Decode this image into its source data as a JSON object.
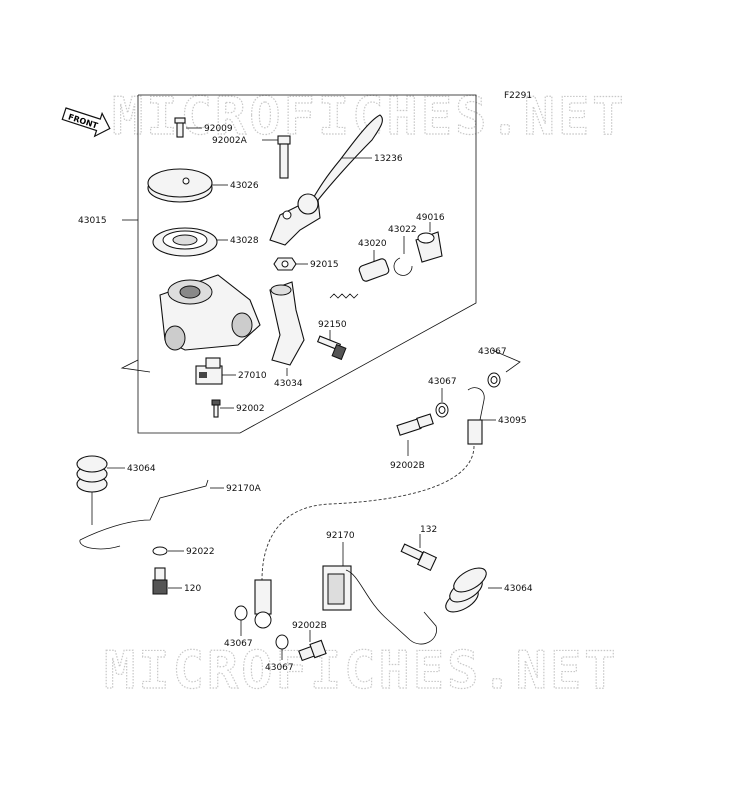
{
  "figure_code": "F2291",
  "front_label": "FRONT",
  "watermark": "MICROFICHES.NET",
  "parts": {
    "p92009": "92009",
    "p92002A": "92002A",
    "p13236": "13236",
    "p43026": "43026",
    "p43015": "43015",
    "p49016": "49016",
    "p43022": "43022",
    "p43020": "43020",
    "p43028": "43028",
    "p92015": "92015",
    "p92150": "92150",
    "p27010": "27010",
    "p43034": "43034",
    "p92002": "92002",
    "p43067a": "43067",
    "p43067b": "43067",
    "p43095": "43095",
    "p92002B_a": "92002B",
    "p43064a": "43064",
    "p92170A": "92170A",
    "p92022": "92022",
    "p120": "120",
    "p92170": "92170",
    "p132": "132",
    "p43064b": "43064",
    "p43067c": "43067",
    "p92002B_b": "92002B",
    "p43067d": "43067"
  }
}
